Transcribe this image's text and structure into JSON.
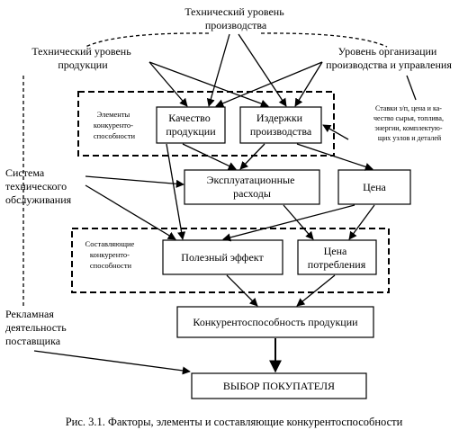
{
  "labels": {
    "tech_level_top": [
      "Технический уровень",
      "производства"
    ],
    "tech_level_product": [
      "Технический уровень",
      "продукции"
    ],
    "org_level": [
      "Уровень организации",
      "производства и управления"
    ],
    "rates_note": [
      "Ставки з/п, цена и ка-",
      "чество сырья, топлива,",
      "энергии, комплектую-",
      "щих узлов и деталей"
    ],
    "service_system": [
      "Система",
      "технического",
      "обслуживания"
    ],
    "advertising": [
      "Рекламная",
      "деятельность",
      "поставщика"
    ]
  },
  "groups": {
    "elements": [
      "Элементы",
      "конкуренто-",
      "способности"
    ],
    "components": [
      "Составляющие",
      "конкуренто-",
      "способности"
    ]
  },
  "boxes": {
    "quality": [
      "Качество",
      "продукции"
    ],
    "costs": [
      "Издержки",
      "производства"
    ],
    "operating": [
      "Эксплуатационные",
      "расходы"
    ],
    "price": [
      "Цена"
    ],
    "useful_effect": [
      "Полезный эффект"
    ],
    "consumption_price": [
      "Цена",
      "потребления"
    ],
    "competitiveness": [
      "Конкурентоспособность продукции"
    ],
    "choice": [
      "ВЫБОР ПОКУПАТЕЛЯ"
    ]
  },
  "caption": "Рис. 3.1. Факторы, элементы и составляющие конкурентоспособности"
}
